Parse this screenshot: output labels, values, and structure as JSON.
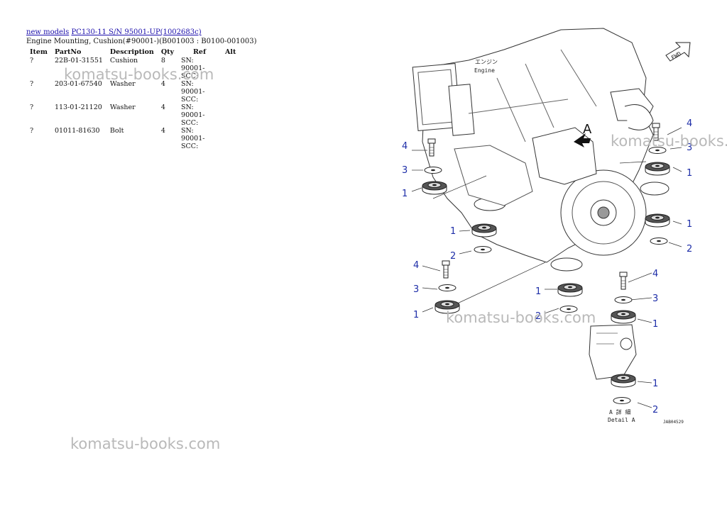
{
  "breadcrumb": {
    "link1": "new models",
    "link2": "PC130-11 S/N 95001-UP(1002683c)"
  },
  "subtitle": "Engine Mounting, Cushion(#90001-)(B001003 : B0100-001003)",
  "table": {
    "headers": [
      "Item",
      "PartNo",
      "Description",
      "Qty",
      "Ref",
      "Alt"
    ],
    "rows": [
      {
        "item": "?",
        "partno": "22B-01-31551",
        "description": "Cushion",
        "qty": "8",
        "ref": "SN: 90001-SCC:",
        "alt": ""
      },
      {
        "item": "?",
        "partno": "203-01-67540",
        "description": "Washer",
        "qty": "4",
        "ref": "SN: 90001-SCC:",
        "alt": ""
      },
      {
        "item": "?",
        "partno": "113-01-21120",
        "description": "Washer",
        "qty": "4",
        "ref": "SN: 90001-SCC:",
        "alt": ""
      },
      {
        "item": "?",
        "partno": "01011-81630",
        "description": "Bolt",
        "qty": "4",
        "ref": "SN: 90001-SCC:",
        "alt": ""
      }
    ]
  },
  "watermark": "komatsu-books.com",
  "diagram": {
    "engine_label_jp": "エンジン",
    "engine_label_en": "Engine",
    "fwd_label": "FWD",
    "detail_marker": "A",
    "detail_label_jp": "A 詳 細",
    "detail_label_en": "Detail A",
    "drawing_id": "JAB04529",
    "callouts": [
      "1",
      "2",
      "3",
      "4"
    ]
  },
  "colors": {
    "link": "#1a0dab",
    "callout": "#1e2ea8",
    "watermark": "#b9b9b9"
  }
}
